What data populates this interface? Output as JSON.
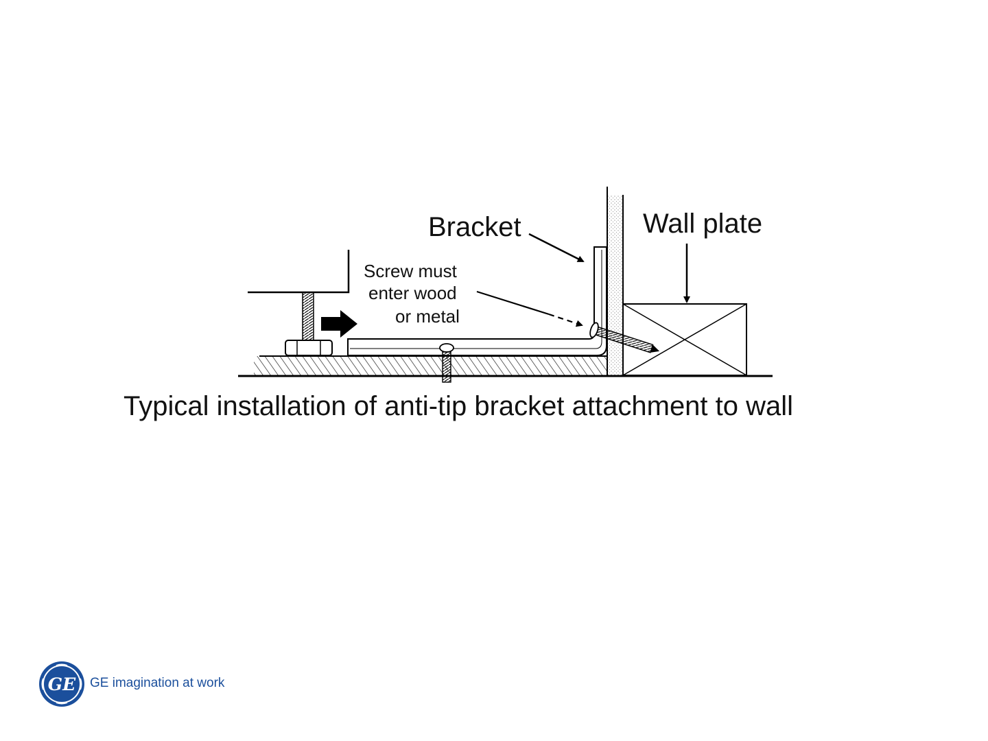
{
  "diagram": {
    "labels": {
      "bracket": "Bracket",
      "wall_plate": "Wall plate",
      "screw_note": [
        "Screw must",
        "enter wood",
        "or metal"
      ]
    },
    "caption": "Typical installation of anti-tip bracket attachment to wall"
  },
  "branding": {
    "logo_icon": "ge-monogram-icon",
    "logo_text": "GE",
    "tagline": "GE imagination at work",
    "brand_color": "#1b4f9c"
  }
}
